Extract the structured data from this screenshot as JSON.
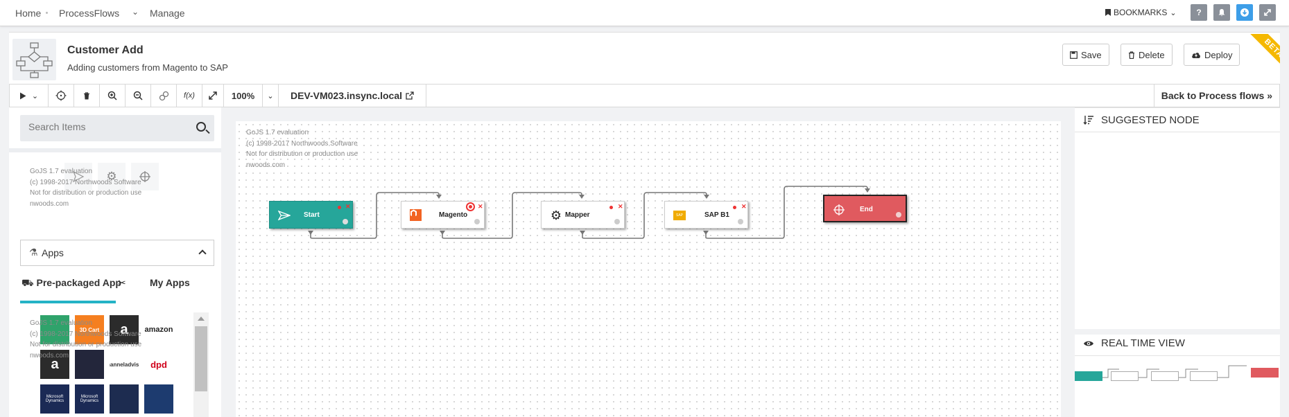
{
  "topnav": {
    "home": "Home",
    "processflows": "ProcessFlows",
    "manage": "Manage",
    "bookmarks": "BOOKMARKS",
    "buttons": [
      "help-icon",
      "bell-icon",
      "download-icon",
      "expand-icon"
    ]
  },
  "header": {
    "title": "Customer Add",
    "subtitle": "Adding customers from Magento to SAP",
    "save": "Save",
    "delete": "Delete",
    "deploy": "Deploy",
    "beta": "BETA"
  },
  "toolbar": {
    "zoom": "100%",
    "host": "DEV-VM023.insync.local",
    "back": "Back to Process flows »"
  },
  "left": {
    "search_placeholder": "Search Items",
    "watermark": "GoJS 1.7 evaluation\n(c) 1998-2017 Northwoods Software\nNot for distribution or production use\nnwoods.com",
    "apps_label": "Apps",
    "tab_prepackaged": "Pre-packaged App",
    "tab_myapps": "My Apps",
    "app_tiles": [
      {
        "label": "",
        "color": "#2fa36b"
      },
      {
        "label": "3D Cart",
        "color": "#f57f20"
      },
      {
        "label": "a",
        "color": "#2b2b2b"
      },
      {
        "label": "amazon",
        "color": "#ffffff"
      },
      {
        "label": "a",
        "color": "#2b2b2b"
      },
      {
        "label": "",
        "color": "#23263b"
      },
      {
        "label": "channeladvisor",
        "color": "#ffffff"
      },
      {
        "label": "dpd",
        "color": "#ffffff"
      },
      {
        "label": "Microsoft Dynamics",
        "color": "#1b2a55"
      },
      {
        "label": "Microsoft Dynamics",
        "color": "#1b2a55"
      },
      {
        "label": "",
        "color": "#1d2c50"
      },
      {
        "label": "",
        "color": "#1d3b6f"
      }
    ]
  },
  "canvas": {
    "watermark": "GoJS 1.7 evaluation\n(c) 1998-2017 Northwoods Software\nNot for distribution or production use\nnwoods.com",
    "nodes": [
      {
        "label": "Start"
      },
      {
        "label": "Magento"
      },
      {
        "label": "Mapper"
      },
      {
        "label": "SAP B1"
      },
      {
        "label": "End"
      }
    ]
  },
  "right": {
    "suggested": "SUGGESTED NODE",
    "realtime": "REAL TIME VIEW"
  },
  "colors": {
    "start": "#26a69a",
    "end": "#e05a5f",
    "accent": "#25b3c6",
    "beta": "#f5b800",
    "magento": "#f26322",
    "sap": "#f0ab00"
  }
}
